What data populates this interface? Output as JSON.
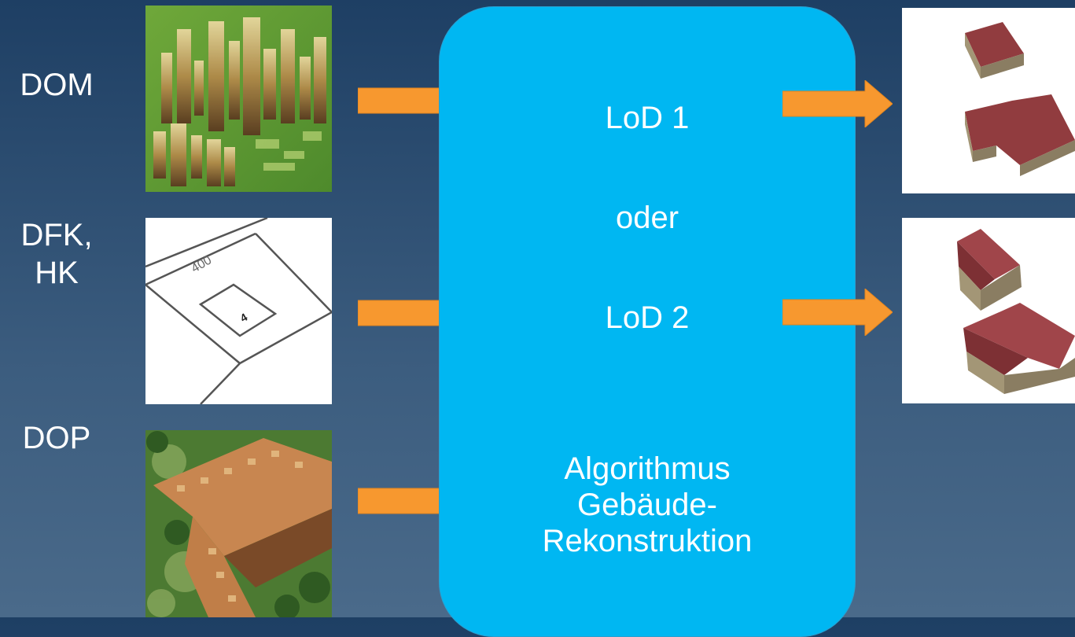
{
  "inputs": [
    {
      "id": "dom",
      "label_lines": [
        "DOM"
      ],
      "image": "digital-surface-model-3d-city"
    },
    {
      "id": "dfk",
      "label_lines": [
        "DFK,",
        "HK"
      ],
      "image": "cadastral-parcel-sketch"
    },
    {
      "id": "dop",
      "label_lines": [
        "DOP"
      ],
      "image": "aerial-orthophoto-rooftops"
    }
  ],
  "parcel_number": "400",
  "center": {
    "lod1": "LoD 1",
    "or": "oder",
    "lod2": "LoD 2",
    "algorithm_lines": [
      "Algorithmus",
      "Gebäude-",
      "Rekonstruktion"
    ]
  },
  "outputs": [
    {
      "id": "lod1-model",
      "image": "flat-roof-building-blocks"
    },
    {
      "id": "lod2-model",
      "image": "gable-roof-building-blocks"
    }
  ],
  "colors": {
    "arrow": "#f7982f",
    "center_box": "#00b7f2",
    "roof": "#913c3f",
    "wall": "#8a7d62"
  }
}
